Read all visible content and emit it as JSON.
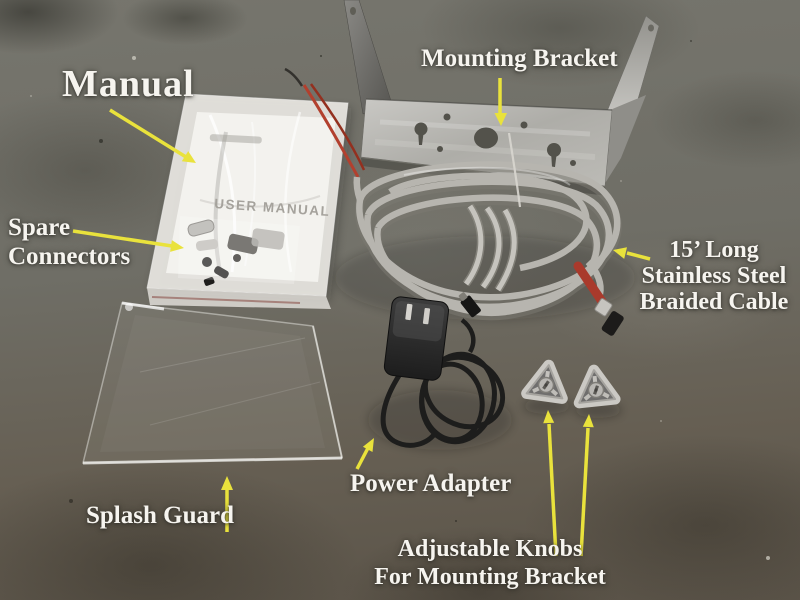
{
  "annotations": {
    "manual": {
      "label": "Manual"
    },
    "spare_connectors": {
      "line1": "Spare",
      "line2": "Connectors"
    },
    "mounting_bracket": {
      "label": "Mounting Bracket"
    },
    "cable": {
      "line1": "15’ Long",
      "line2": "Stainless Steel",
      "line3": "Braided Cable"
    },
    "power_adapter": {
      "label": "Power Adapter"
    },
    "splash_guard": {
      "label": "Splash Guard"
    },
    "adjustable_knobs": {
      "line1": "Adjustable Knobs",
      "line2": "For Mounting Bracket"
    }
  },
  "objects": {
    "manual_cover_title": "USER MANUAL"
  },
  "colors": {
    "arrow_yellow": "#e9e23c",
    "label_white": "#f6f4ef",
    "floor_gray": "#6f6e66",
    "steel_light": "#c6c5c1",
    "cable_silver": "#b7b5af",
    "wire_red": "#b2402e",
    "connector_red_sleeve": "#a93a2c",
    "adapter_black": "#262626"
  }
}
